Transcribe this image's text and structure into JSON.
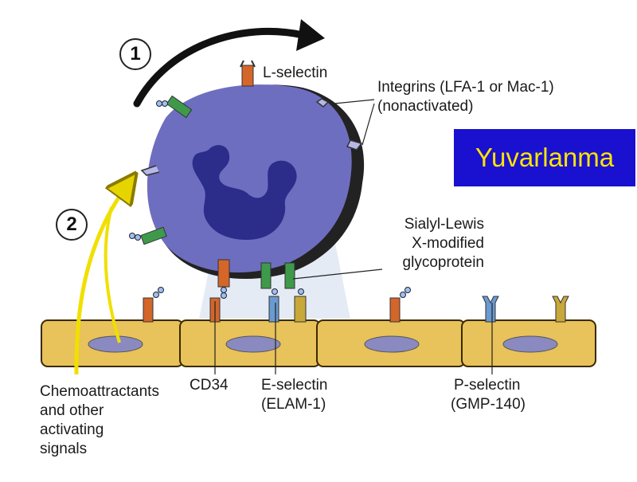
{
  "slide": {
    "title_badge": "Yuvarlanma",
    "badge_bg": "#1a10d0",
    "badge_fg": "#ffe400"
  },
  "diagram": {
    "steps": [
      "1",
      "2"
    ],
    "labels": {
      "l_selectin": "L-selectin",
      "integrins_line1": "Integrins (LFA-1 or Mac-1)",
      "integrins_line2": "(nonactivated)",
      "sialyl_line1": "Sialyl-Lewis",
      "sialyl_line2": "X-modified",
      "sialyl_line3": "glycoprotein",
      "chemo_line1": "Chemoattractants",
      "chemo_line2": "and other",
      "chemo_line3": "activating",
      "chemo_line4": "signals",
      "cd34": "CD34",
      "e_selectin_line1": "E-selectin",
      "e_selectin_line2": "(ELAM-1)",
      "p_selectin_line1": "P-selectin",
      "p_selectin_line2": "(GMP-140)"
    },
    "colors": {
      "cell_body": "#6e6ec0",
      "nucleus": "#2c2c8a",
      "endothelium": "#e8c25a",
      "endo_nucleus": "#8a8ac0",
      "arrow_yellow": "#f0e000",
      "receptor_red": "#d4662a",
      "receptor_green": "#3e9a4a",
      "receptor_blue": "#6a9ad0",
      "receptor_gold": "#c9a83a"
    }
  }
}
